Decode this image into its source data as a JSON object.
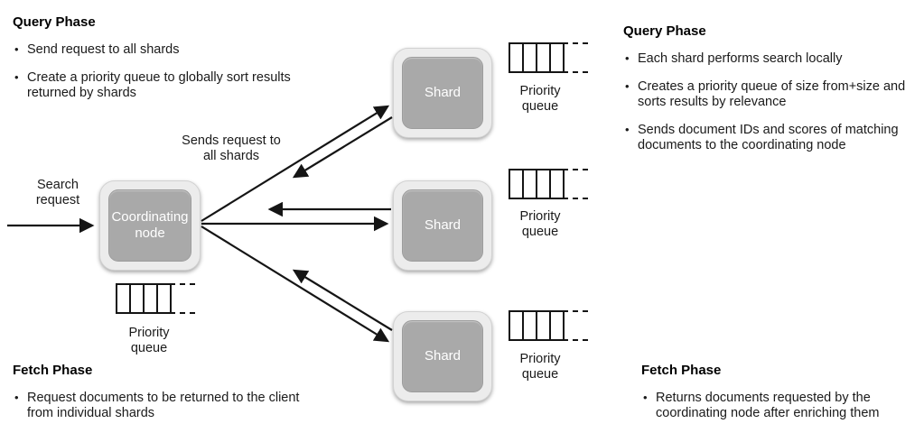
{
  "panels": {
    "query_left": {
      "title": "Query Phase",
      "bullets": [
        "Send request to all shards",
        "Create a priority queue to globally sort results returned by shards"
      ]
    },
    "query_right": {
      "title": "Query Phase",
      "bullets": [
        "Each shard performs search locally",
        "Creates a priority queue of size from+size and sorts results by relevance",
        "Sends document IDs and scores of matching documents to the coordinating node"
      ]
    },
    "fetch_left": {
      "title": "Fetch Phase",
      "bullets": [
        "Request documents to be returned to the client from individual shards"
      ]
    },
    "fetch_right": {
      "title": "Fetch Phase",
      "bullets": [
        "Returns documents requested by the coordinating node after enriching them"
      ]
    }
  },
  "labels": {
    "search_request": "Search request",
    "sends_request": "Sends request to all shards",
    "priority_queue": "Priority queue"
  },
  "nodes": {
    "coordinating": "Coordinating node",
    "shard": "Shard"
  },
  "colors": {
    "node_fill": "#a9a9a9",
    "node_outer_fill": "#ececec",
    "arrow": "#151515",
    "text": "#1a1a1a"
  }
}
